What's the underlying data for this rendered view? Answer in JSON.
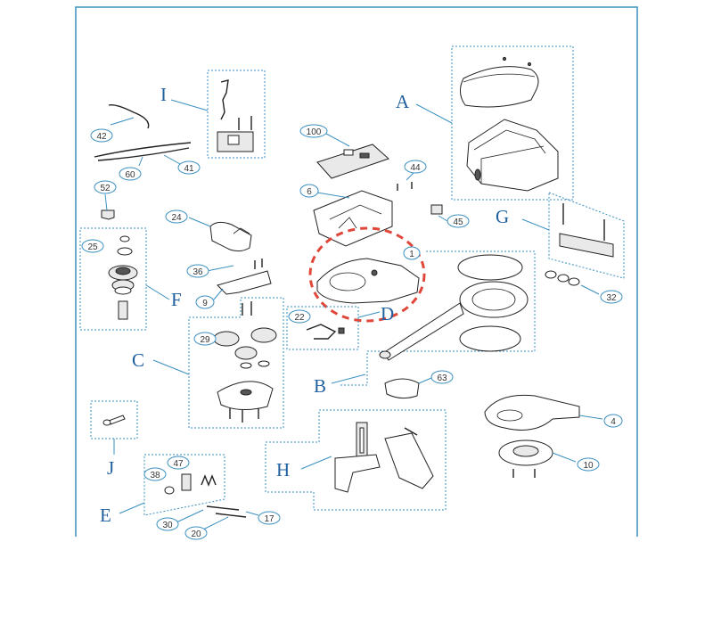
{
  "group_labels": {
    "A": "A",
    "B": "B",
    "C": "C",
    "D": "D",
    "E": "E",
    "F": "F",
    "G": "G",
    "H": "H",
    "I": "I",
    "J": "J"
  },
  "callouts": {
    "c1": "1",
    "c4": "4",
    "c6": "6",
    "c9": "9",
    "c10": "10",
    "c17": "17",
    "c20": "20",
    "c22": "22",
    "c24": "24",
    "c25": "25",
    "c29": "29",
    "c30": "30",
    "c32": "32",
    "c36": "36",
    "c38": "38",
    "c41": "41",
    "c42": "42",
    "c44": "44",
    "c45": "45",
    "c47": "47",
    "c52": "52",
    "c60": "60",
    "c63": "63",
    "c100": "100"
  },
  "colors": {
    "frame": "#3a8fc0",
    "group_label": "#1f5f9e",
    "highlight": "#e0463a"
  },
  "highlighted_part": "1"
}
